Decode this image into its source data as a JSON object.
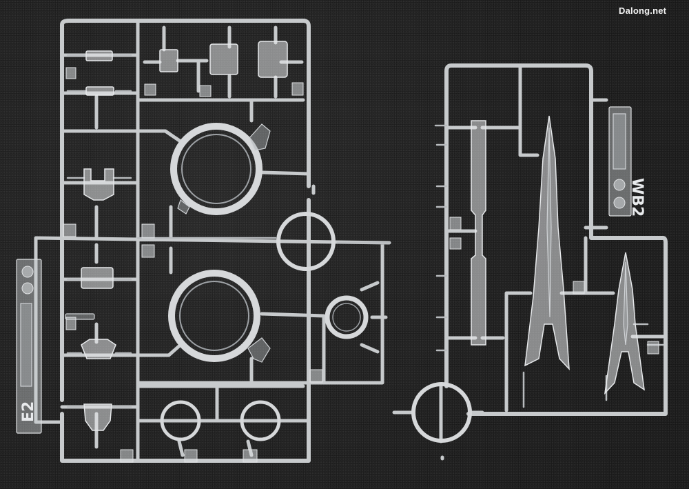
{
  "watermark": {
    "text": "Dalong.net"
  },
  "left_sprue": {
    "code": "E2"
  },
  "right_sprue": {
    "code": "WB2"
  },
  "colors": {
    "background": "#262626",
    "plastic": "#c7cacc",
    "plastic_highlight": "#e6e8ea"
  }
}
